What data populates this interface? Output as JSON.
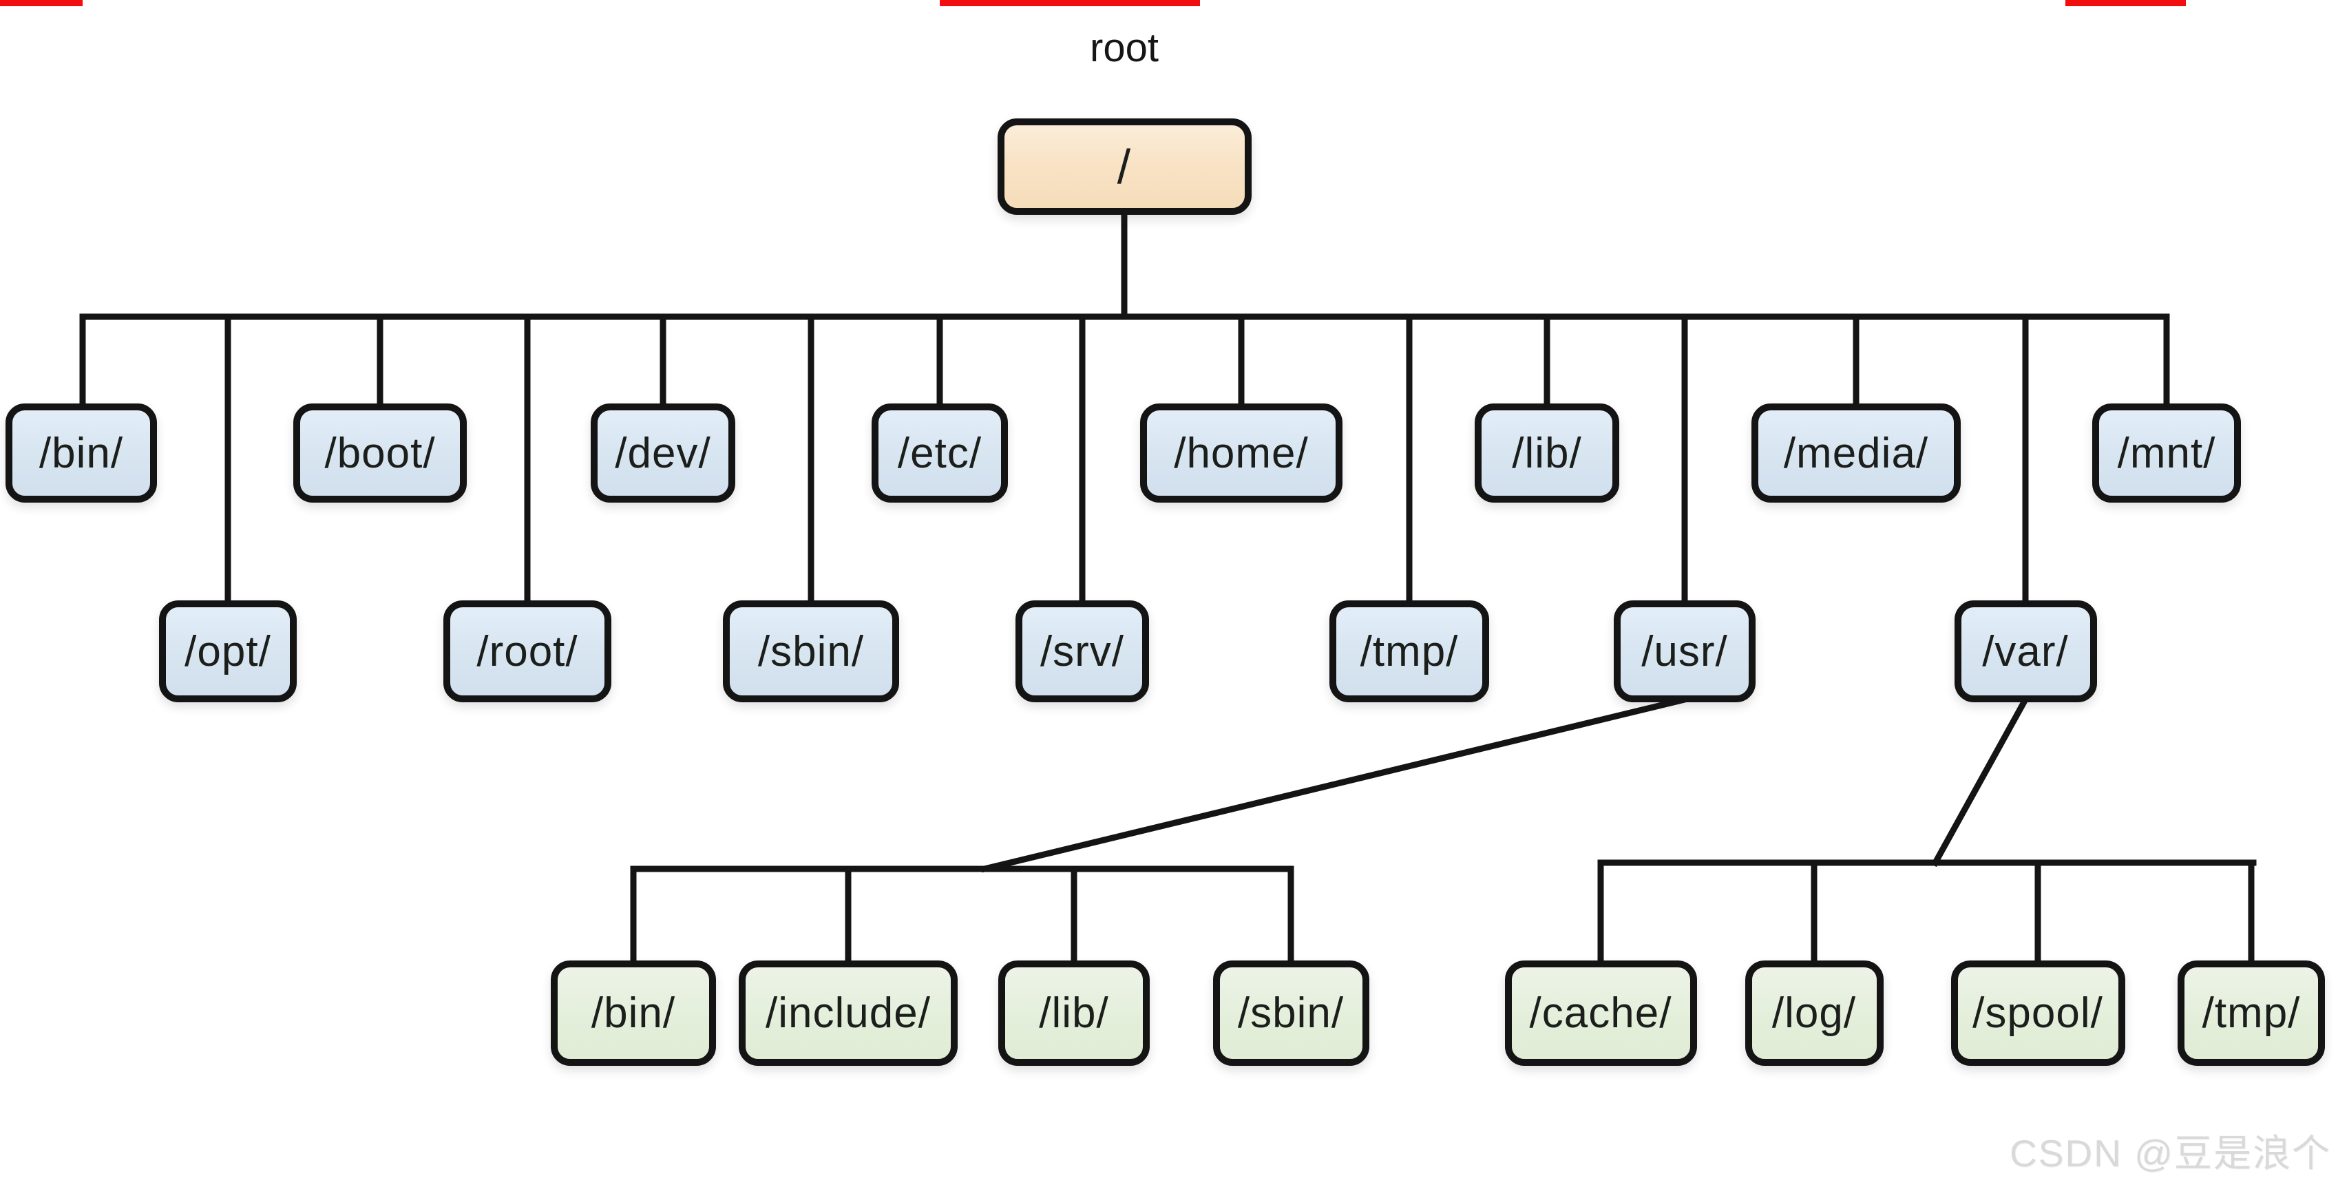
{
  "diagram": {
    "title_label": "root",
    "watermark": "CSDN @豆是浪个",
    "colors": {
      "root_fill": "#f8e3c6",
      "dir_fill": "#d7e5f1",
      "subdir_fill": "#e4efdb",
      "line": "#141414",
      "text": "#1b1e1b",
      "watermark_text": "#d9d9d9",
      "top_marker_red": "#f10e0e"
    },
    "nodes": [
      {
        "id": "root_node",
        "label": "/",
        "type": "root"
      },
      {
        "id": "bin",
        "label": "/bin/",
        "type": "dir"
      },
      {
        "id": "boot",
        "label": "/boot/",
        "type": "dir"
      },
      {
        "id": "dev",
        "label": "/dev/",
        "type": "dir"
      },
      {
        "id": "etc",
        "label": "/etc/",
        "type": "dir"
      },
      {
        "id": "home",
        "label": "/home/",
        "type": "dir"
      },
      {
        "id": "lib",
        "label": "/lib/",
        "type": "dir"
      },
      {
        "id": "media",
        "label": "/media/",
        "type": "dir"
      },
      {
        "id": "mnt",
        "label": "/mnt/",
        "type": "dir"
      },
      {
        "id": "opt",
        "label": "/opt/",
        "type": "dir"
      },
      {
        "id": "root_dir",
        "label": "/root/",
        "type": "dir"
      },
      {
        "id": "sbin",
        "label": "/sbin/",
        "type": "dir"
      },
      {
        "id": "srv",
        "label": "/srv/",
        "type": "dir"
      },
      {
        "id": "tmp",
        "label": "/tmp/",
        "type": "dir"
      },
      {
        "id": "usr",
        "label": "/usr/",
        "type": "dir"
      },
      {
        "id": "var",
        "label": "/var/",
        "type": "dir"
      },
      {
        "id": "usr_bin",
        "label": "/bin/",
        "type": "subdir"
      },
      {
        "id": "usr_include",
        "label": "/include/",
        "type": "subdir"
      },
      {
        "id": "usr_lib",
        "label": "/lib/",
        "type": "subdir"
      },
      {
        "id": "usr_sbin",
        "label": "/sbin/",
        "type": "subdir"
      },
      {
        "id": "var_cache",
        "label": "/cache/",
        "type": "subdir"
      },
      {
        "id": "var_log",
        "label": "/log/",
        "type": "subdir"
      },
      {
        "id": "var_spool",
        "label": "/spool/",
        "type": "subdir"
      },
      {
        "id": "var_tmp",
        "label": "/tmp/",
        "type": "subdir"
      }
    ]
  }
}
